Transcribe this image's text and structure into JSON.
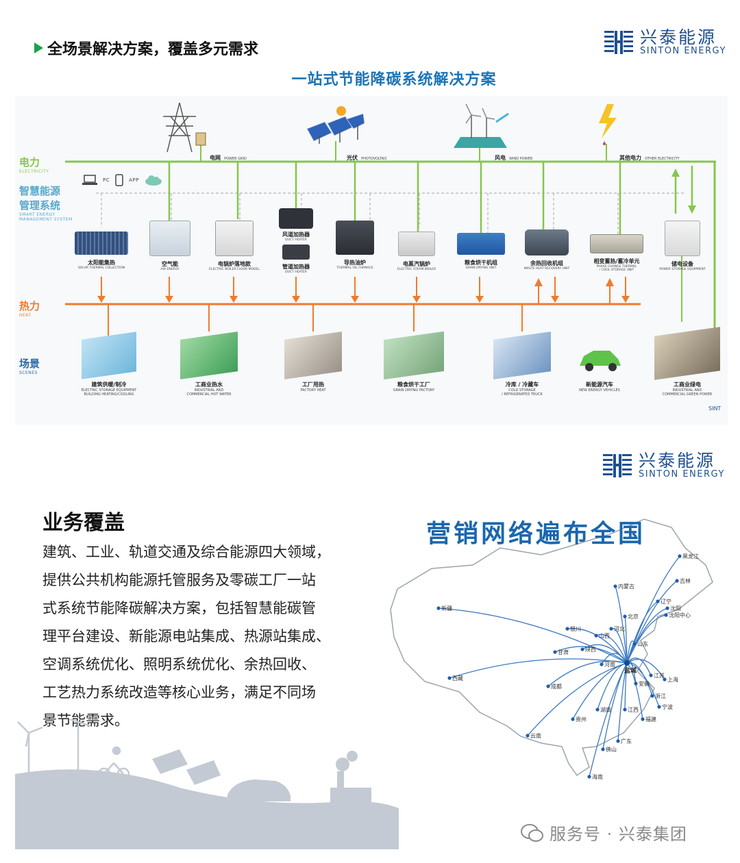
{
  "top": {
    "heading": "全场景解决方案，覆盖多元需求",
    "diagram_title": "一站式节能降碳系统解决方案"
  },
  "logo": {
    "cn": "兴泰能源",
    "en": "SINTON ENERGY",
    "brand_color": "#1f4f8f"
  },
  "rows": {
    "electricity": {
      "cn": "电力",
      "en": "ELECTRICITY",
      "color": "#86c64a"
    },
    "smart": {
      "cn1": "智慧能源",
      "cn2": "管理系统",
      "en1": "SMART ENERGY",
      "en2": "MANAGEMENT SYSTEM",
      "pc": "PC",
      "app": "APP"
    },
    "heat": {
      "cn": "热力",
      "en": "HEAT",
      "color": "#f07a2e"
    },
    "scenes": {
      "cn": "场景",
      "en": "SCENES"
    }
  },
  "sources": [
    {
      "cn": "电网",
      "en": "POWER GRID",
      "icon": "power-tower-icon"
    },
    {
      "cn": "光伏",
      "en": "PHOTOVOLTAIC",
      "icon": "solar-panel-icon"
    },
    {
      "cn": "风电",
      "en": "WIND POWER",
      "icon": "wind-turbine-icon"
    },
    {
      "cn": "其他电力",
      "en": "OTHER ELECTRICITY",
      "icon": "lightning-icon"
    }
  ],
  "equipment": [
    {
      "cn": "太阳能集热",
      "en": "SOLAR THERMAL COLLECTION"
    },
    {
      "cn": "空气能",
      "en": "AIR ENERGY"
    },
    {
      "cn": "电锅炉落地款",
      "en": "ELECTRIC BOILER FLOOR MODEL"
    },
    {
      "cn": "管道加热器",
      "en": "DUCT HEATER",
      "top_cn": "风道加热器",
      "top_en": "DUCT HEATER"
    },
    {
      "cn": "导热油炉",
      "en": "THERMAL OIL FURNACE"
    },
    {
      "cn": "电蒸汽锅炉",
      "en": "ELECTRIC STEAM BOILER"
    },
    {
      "cn": "粮食烘干机组",
      "en": "GRAIN DRYING UNIT"
    },
    {
      "cn": "余热回收机组",
      "en": "WASTE HEAT RECOVERY UNIT"
    },
    {
      "cn": "相变蓄热/蓄冷单元",
      "en": "PHASE CHANGE THERMAL",
      "en2": "/ COOL STORAGE UNIT"
    },
    {
      "cn": "储电设备",
      "en": "POWER STORAGE EQUIPMENT"
    }
  ],
  "scenes": [
    {
      "cn": "建筑供暖/制冷",
      "en": "ELECTRIC STORAGE EQUIPMENT",
      "en2": "BUILDING HEATING/COOLING"
    },
    {
      "cn": "工商业热水",
      "en": "INDUSTRIAL AND",
      "en2": "COMMERCIAL HOT WATER"
    },
    {
      "cn": "工厂用热",
      "en": "FACTORY HEAT"
    },
    {
      "cn": "粮食烘干工厂",
      "en": "GRAIN DRYING FACTORY"
    },
    {
      "cn": "冷库 / 冷藏车",
      "en": "COLD STORAGE",
      "en2": "/ REFRIGERATED TRUCK"
    },
    {
      "cn": "新能源汽车",
      "en": "NEW ENERGY VEHICLES"
    },
    {
      "cn": "工商业绿电",
      "en": "INDUSTRIAL AND",
      "en2": "COMMERCIAL GREEN POWER"
    }
  ],
  "diagram_watermark": "SINT",
  "business": {
    "title": "业务覆盖",
    "lines": [
      "建筑、工业、轨道交通及综合能源四大领域，",
      "提供公共机构能源托管服务及零碳工厂一站",
      "式系统节能降碳解决方案，包括智慧能碳管",
      "理平台建设、新能源电站集成、热源站集成、",
      "空调系统优化、照明系统优化、余热回收、",
      "工艺热力系统改造等核心业务，满足不同场",
      "景节能需求。"
    ]
  },
  "map": {
    "title": "营销网络遍布全国",
    "hub": "盐城",
    "cities": [
      "黑龙江",
      "吉林",
      "内蒙古",
      "辽宁",
      "沈阳",
      "沈阳中心",
      "新疆",
      "北京",
      "河北",
      "山东",
      "银川",
      "山西",
      "甘肃",
      "陕西",
      "河南",
      "江苏",
      "上海",
      "安徽",
      "浙江",
      "宁波",
      "西藏",
      "成都",
      "湖南",
      "江西",
      "福建",
      "贵州",
      "云南",
      "广东",
      "佛山",
      "海南"
    ]
  },
  "footer": {
    "watermark": "服务号 · 兴泰集团"
  }
}
